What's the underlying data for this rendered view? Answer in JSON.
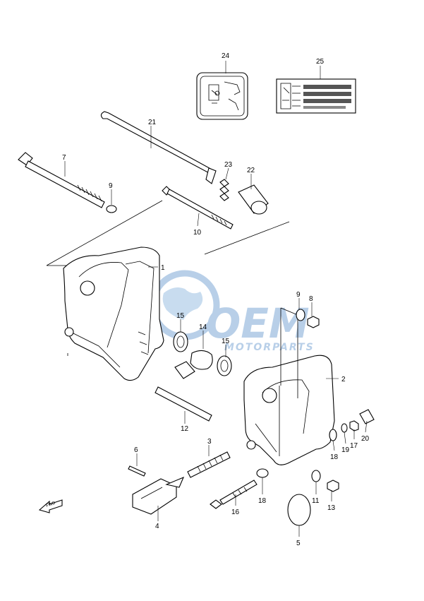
{
  "watermark": {
    "brand": "OEM",
    "tagline": "MOTORPARTS",
    "color": "#7fa9d6"
  },
  "fwd_label": "FWD",
  "callouts": [
    {
      "id": "c1",
      "label": "1"
    },
    {
      "id": "c2",
      "label": "2"
    },
    {
      "id": "c3",
      "label": "3"
    },
    {
      "id": "c4",
      "label": "4"
    },
    {
      "id": "c5",
      "label": "5"
    },
    {
      "id": "c6",
      "label": "6"
    },
    {
      "id": "c7",
      "label": "7"
    },
    {
      "id": "c8",
      "label": "8"
    },
    {
      "id": "c9a",
      "label": "9"
    },
    {
      "id": "c9b",
      "label": "9"
    },
    {
      "id": "c10",
      "label": "10"
    },
    {
      "id": "c11",
      "label": "11"
    },
    {
      "id": "c12",
      "label": "12"
    },
    {
      "id": "c13",
      "label": "13"
    },
    {
      "id": "c14",
      "label": "14"
    },
    {
      "id": "c15a",
      "label": "15"
    },
    {
      "id": "c15b",
      "label": "15"
    },
    {
      "id": "c16",
      "label": "16"
    },
    {
      "id": "c17",
      "label": "17"
    },
    {
      "id": "c18a",
      "label": "18"
    },
    {
      "id": "c18b",
      "label": "18"
    },
    {
      "id": "c19",
      "label": "19"
    },
    {
      "id": "c20",
      "label": "20"
    },
    {
      "id": "c21",
      "label": "21"
    },
    {
      "id": "c22",
      "label": "22"
    },
    {
      "id": "c23",
      "label": "23"
    },
    {
      "id": "c24",
      "label": "24"
    },
    {
      "id": "c25",
      "label": "25"
    }
  ]
}
